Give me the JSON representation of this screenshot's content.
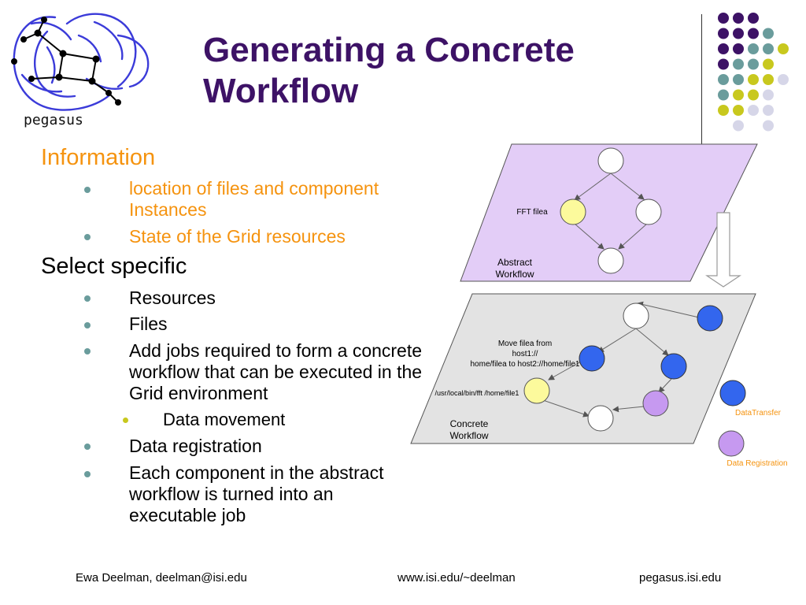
{
  "title": "Generating a Concrete Workflow",
  "logo_text": "pegasus",
  "bullets": {
    "information": "Information",
    "info_items": [
      "location of files and component Instances",
      "State of the Grid resources"
    ],
    "select": "Select specific",
    "select_items": [
      "Resources",
      "Files",
      "Add jobs required to form a concrete workflow that can be executed in the Grid environment"
    ],
    "sub_item": "Data movement",
    "more_items": [
      "Data registration",
      "Each component in the abstract workflow is turned into an executable job"
    ]
  },
  "diagram": {
    "abstract_label": "Abstract Workflow",
    "fft_label": "FFT filea",
    "concrete_label": "Concrete Workflow",
    "move_label": "Move filea from host1:// home/filea to host2://home/file1",
    "path_label": "/usr/local/bin/fft /home/file1",
    "legend_transfer": "DataTransfer",
    "legend_registration": "Data Registration"
  },
  "footer": {
    "left": "Ewa Deelman, deelman@isi.edu",
    "center": "www.isi.edu/~deelman",
    "right": "pegasus.isi.edu"
  },
  "colors": {
    "title": "#3d1266",
    "orange": "#f5930f",
    "purple_dark": "#3d1266",
    "teal": "#6a9c9c",
    "yellow_green": "#c8c81e",
    "lavender": "#d6d6e8",
    "abstract_fill": "#e3cdf7",
    "concrete_fill": "#e3e3e3",
    "transfer_node": "#3366ee",
    "registration_node": "#c699f0",
    "file_node": "#fcfa9c"
  }
}
